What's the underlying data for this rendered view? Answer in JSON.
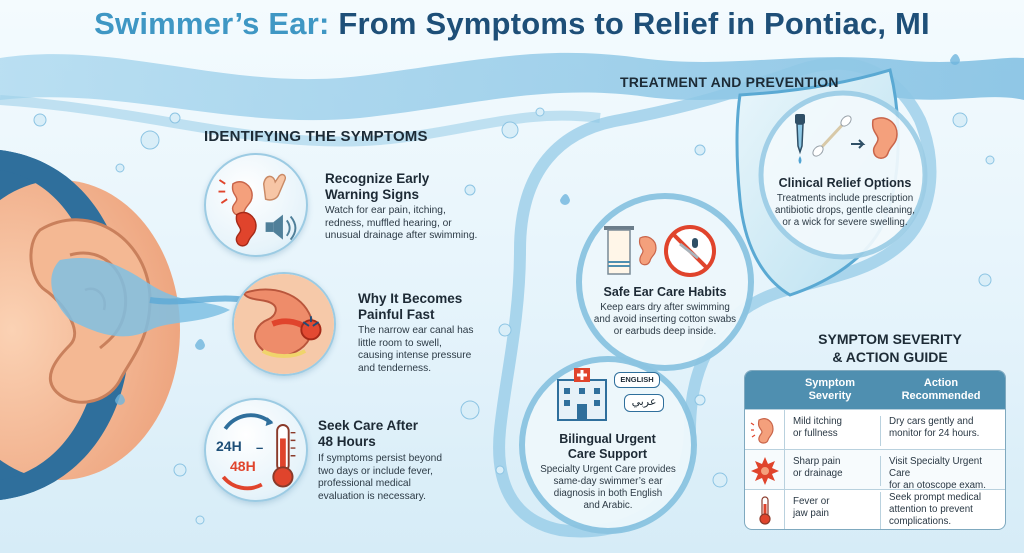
{
  "title": {
    "part1": "Swimmer’s Ear:",
    "part2": "From Symptoms to Relief in Pontiac, MI"
  },
  "symptoms": {
    "heading": "IDENTIFYING THE SYMPTOMS",
    "items": [
      {
        "title1": "Recognize Early",
        "title2": "Warning Signs",
        "body1": "Watch for ear pain, itching,",
        "body2": "redness, muffled hearing, or",
        "body3": "unusual drainage after swimming.",
        "body4": ""
      },
      {
        "title1": "Why It Becomes",
        "title2": "Painful Fast",
        "body1": "The narrow ear canal has",
        "body2": "little room to swell,",
        "body3": "causing intense pressure",
        "body4": "and tenderness."
      },
      {
        "title1": "Seek Care After",
        "title2": "48 Hours",
        "body1": "If symptoms persist beyond",
        "body2": "two days or include fever,",
        "body3": "professional medical",
        "body4": "evaluation is necessary.",
        "clock_top": "24H",
        "clock_bottom": "48H"
      }
    ]
  },
  "treatment": {
    "heading": "TREATMENT AND PREVENTION",
    "items": [
      {
        "title1": "Clinical Relief Options",
        "title2": "",
        "body1": "Treatments include prescription",
        "body2": "antibiotic drops, gentle cleaning,",
        "body3": "or a wick for severe swelling.",
        "body4": ""
      },
      {
        "title1": "Safe Ear Care Habits",
        "title2": "",
        "body1": "Keep ears dry after swimming",
        "body2": "and avoid inserting cotton swabs",
        "body3": "or earbuds deep inside.",
        "body4": ""
      },
      {
        "title1": "Bilingual Urgent",
        "title2": "Care Support",
        "body1": "Specialty Urgent Care provides",
        "body2": "same-day swimmer’s ear",
        "body3": "diagnosis in both English",
        "body4": "and Arabic.",
        "badge_en": "ENGLISH",
        "badge_ar": "عربي"
      }
    ]
  },
  "guide": {
    "heading1": "SYMPTOM SEVERITY",
    "heading2": "& ACTION GUIDE",
    "col1_line1": "Symptom",
    "col1_line2": "Severity",
    "col2_line1": "Action",
    "col2_line2": "Recommended",
    "rows": [
      {
        "icon": "ear-icon",
        "sev1": "Mild itching",
        "sev2": "or fullness",
        "act1": "Dry cars gently and",
        "act2": "monitor for 24 hours."
      },
      {
        "icon": "pain-burst-icon",
        "sev1": "Sharp pain",
        "sev2": "or drainage",
        "act1": "Visit Specialty Urgent Care",
        "act2": "for an otoscope exam."
      },
      {
        "icon": "thermometer-icon",
        "sev1": "Fever or",
        "sev2": "jaw pain",
        "act1": "Seek prompt medical",
        "act2": "attention to prevent",
        "act3": "complications."
      }
    ]
  },
  "colors": {
    "title_accent": "#3f97c4",
    "title_main": "#1e4f78",
    "water": "#8fc8e6",
    "table_header": "#4f8fb0",
    "alert": "#e0442c"
  }
}
